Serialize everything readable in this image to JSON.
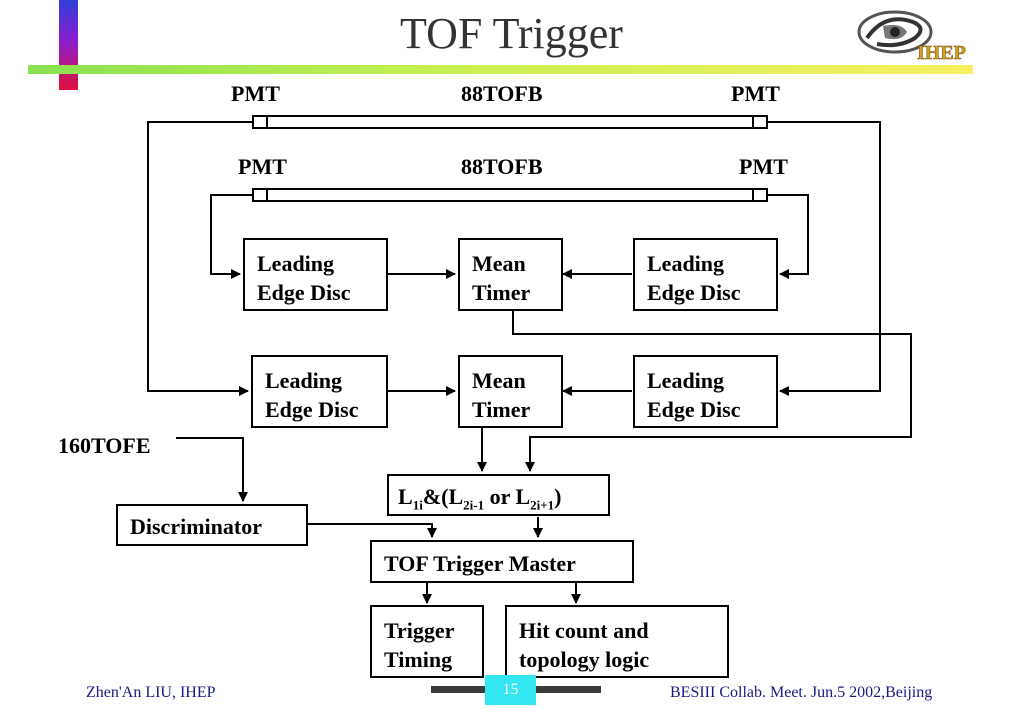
{
  "title": "TOF Trigger",
  "logo": {
    "text": "IHEP"
  },
  "diagram": {
    "top_tube": {
      "left_label": "PMT",
      "center_label": "88TOFB",
      "right_label": "PMT"
    },
    "second_tube": {
      "left_label": "PMT",
      "center_label": "88TOFB",
      "right_label": "PMT"
    },
    "row1": {
      "left_disc": {
        "line1": "Leading",
        "line2": "Edge Disc"
      },
      "mean_timer": {
        "line1": "Mean",
        "line2": "Timer"
      },
      "right_disc": {
        "line1": "Leading",
        "line2": "Edge Disc"
      }
    },
    "row2": {
      "left_disc": {
        "line1": "Leading",
        "line2": "Edge Disc"
      },
      "mean_timer": {
        "line1": "Mean",
        "line2": "Timer"
      },
      "right_disc": {
        "line1": "Leading",
        "line2": "Edge Disc"
      }
    },
    "endcap_label": "160TOFE",
    "logic_expression": {
      "L": "L",
      "sub1": "1i",
      "mid": "&(L",
      "sub2": "2i-1",
      "or": "or L",
      "sub3": "2i+1",
      "close": ")"
    },
    "discriminator": "Discriminator",
    "trigger_master": "TOF Trigger Master",
    "trigger_timing": {
      "line1": "Trigger",
      "line2": "Timing"
    },
    "hit_count": {
      "line1": "Hit count and",
      "line2": "topology logic"
    }
  },
  "footer": {
    "author": "Zhen'An LIU, IHEP",
    "page": "15",
    "event": "BESIII Collab. Meet. Jun.5 2002,Beijing"
  }
}
